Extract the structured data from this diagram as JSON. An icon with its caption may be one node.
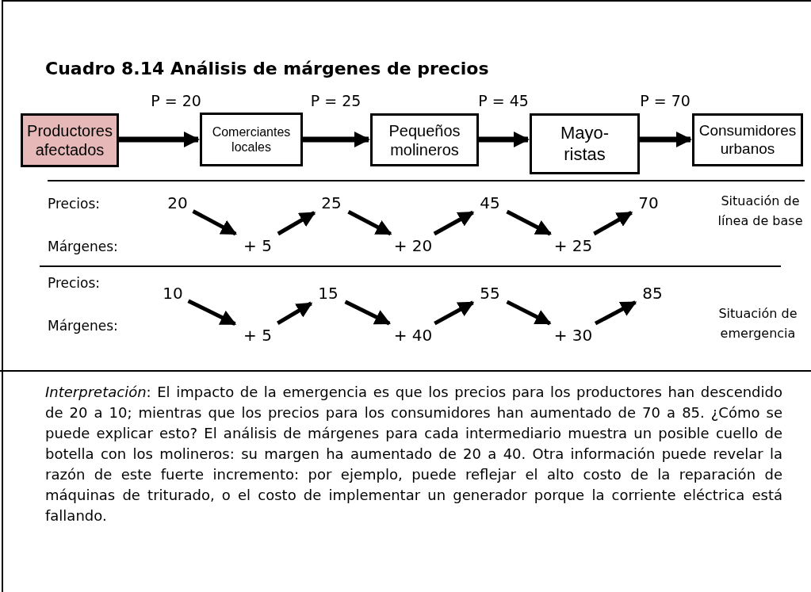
{
  "diagram": {
    "title": "Cuadro 8.14 Análisis de márgenes de precios",
    "nodes": [
      {
        "text": [
          "Productores afectados"
        ]
      },
      {
        "text": [
          "Comerciantes locales"
        ]
      },
      {
        "text": [
          "Pequeños molineros"
        ]
      },
      {
        "text": [
          "Mayo- ristas"
        ]
      },
      {
        "text": [
          "Consumidores urbanos"
        ]
      },
      {
        "text": [
          "20"
        ]
      },
      {
        "text": [
          "+ 5"
        ]
      },
      {
        "text": [
          "25"
        ]
      },
      {
        "text": [
          "+ 20"
        ]
      },
      {
        "text": [
          "45"
        ]
      },
      {
        "text": [
          "+ 25"
        ]
      },
      {
        "text": [
          "70"
        ]
      },
      {
        "text": [
          "10"
        ]
      },
      {
        "text": [
          "+ 5"
        ]
      },
      {
        "text": [
          "15"
        ]
      },
      {
        "text": [
          "+ 40"
        ]
      },
      {
        "text": [
          "55"
        ]
      },
      {
        "text": [
          "+ 30"
        ]
      },
      {
        "text": [
          "85"
        ]
      }
    ],
    "edges": [
      {
        "from": 0,
        "to": 1,
        "arrow": "to",
        "label": "P = 20"
      },
      {
        "from": 1,
        "to": 2,
        "arrow": "to",
        "label": "P = 25"
      },
      {
        "from": 2,
        "to": 3,
        "arrow": "to",
        "label": "P = 45"
      },
      {
        "from": 3,
        "to": 4,
        "arrow": "to",
        "label": "P = 70"
      },
      {
        "from": 5,
        "to": 6,
        "arrow": "to"
      },
      {
        "from": 6,
        "to": 7,
        "arrow": "to"
      },
      {
        "from": 7,
        "to": 8,
        "arrow": "to"
      },
      {
        "from": 8,
        "to": 9,
        "arrow": "to"
      },
      {
        "from": 9,
        "to": 10,
        "arrow": "to"
      },
      {
        "from": 10,
        "to": 11,
        "arrow": "to"
      },
      {
        "from": 12,
        "to": 13,
        "arrow": "to"
      },
      {
        "from": 13,
        "to": 14,
        "arrow": "to"
      },
      {
        "from": 14,
        "to": 15,
        "arrow": "to"
      },
      {
        "from": 15,
        "to": 16,
        "arrow": "to"
      },
      {
        "from": 16,
        "to": 17,
        "arrow": "to"
      },
      {
        "from": 17,
        "to": 18,
        "arrow": "to"
      }
    ],
    "labels": [
      "Precios:",
      "Situación de línea de base",
      "Márgenes:",
      "Precios:",
      "Márgenes:",
      "Situación de emergencia",
      "*Interpretación*: El impacto de la emergencia es que los precios para los productores han descendido de 20 a 10; mientras que los precios para los consumidores han aumentado de 70 a 85. ¿Cómo se puede explicar esto? El análisis de márgenes para cada intermediario muestra un posible cuello de botella con los molineros: su margen ha aumentado de 20 a 40. Otra información puede revelar la razón de este fuerte incremento: por ejemplo, puede reflejar el alto costo de la reparación de máquinas de triturado, o el costo de implementar un generador porque la corriente eléctrica está fallando."
    ]
  }
}
